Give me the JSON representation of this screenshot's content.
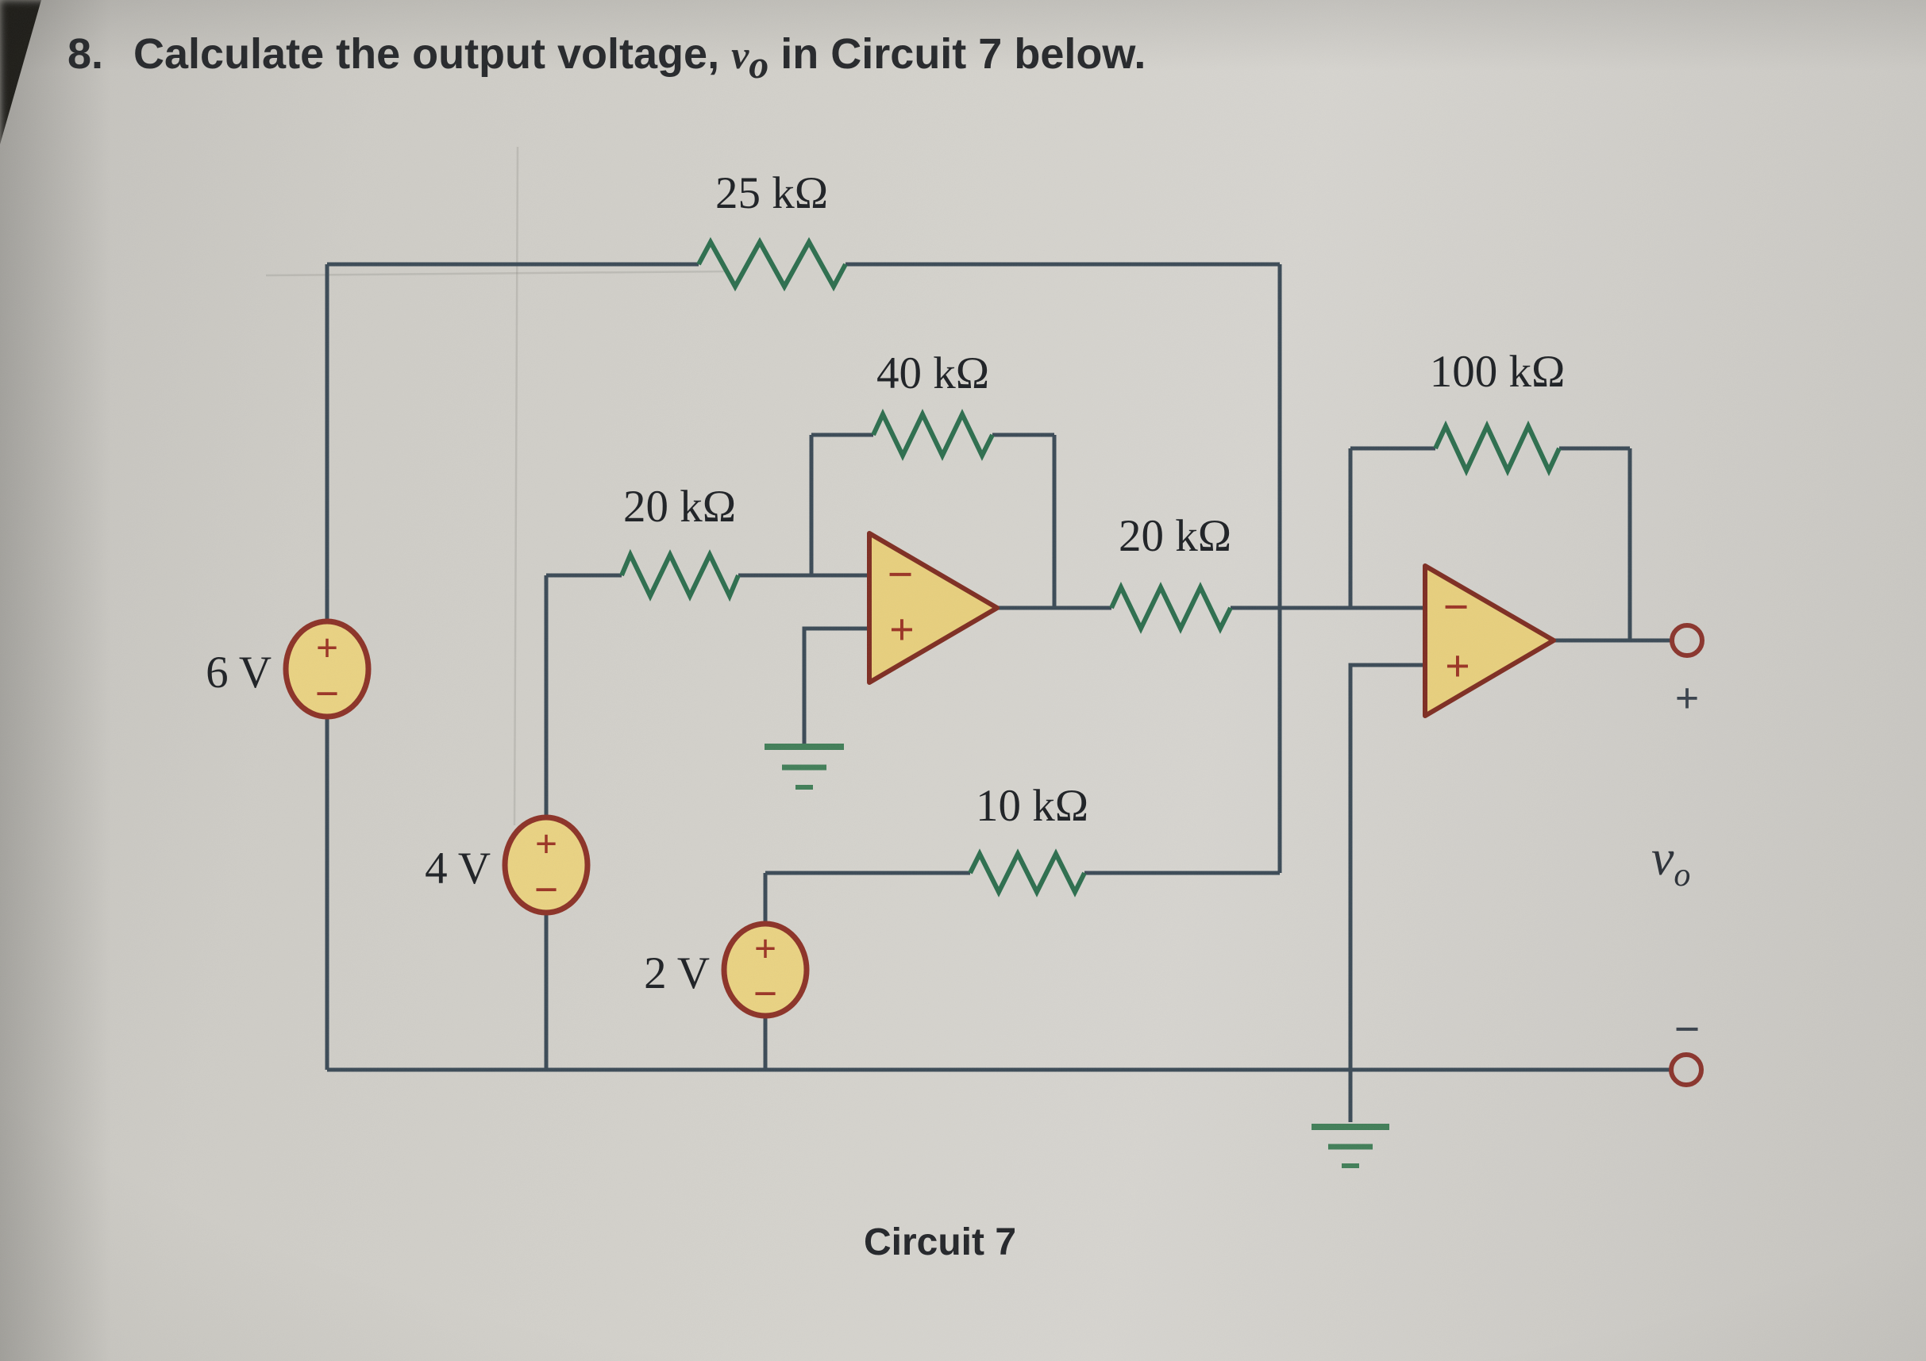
{
  "title": {
    "number": "8.",
    "pre": "Calculate the output voltage, ",
    "var": "v",
    "sub": "o",
    "post": " in Circuit 7 below."
  },
  "caption": "Circuit 7",
  "resistors": {
    "r25": {
      "label": "25 kΩ"
    },
    "r40": {
      "label": "40 kΩ"
    },
    "r20_left": {
      "label": "20 kΩ"
    },
    "r20_right": {
      "label": "20 kΩ"
    },
    "r100": {
      "label": "100 kΩ"
    },
    "r10": {
      "label": "10 kΩ"
    }
  },
  "sources": {
    "v6": {
      "label": "6 V",
      "plus": "+",
      "minus": "−"
    },
    "v4": {
      "label": "4 V",
      "plus": "+",
      "minus": "−"
    },
    "v2": {
      "label": "2 V",
      "plus": "+",
      "minus": "−"
    }
  },
  "opamps": {
    "a1": {
      "minus": "−",
      "plus": "+"
    },
    "a2": {
      "minus": "−",
      "plus": "+"
    }
  },
  "output": {
    "plus": "+",
    "minus": "−",
    "var": "v",
    "sub": "o"
  },
  "colors": {
    "wire": "#3b4a56",
    "resistor": "#2d6e4e",
    "ground": "#417e58",
    "opamp_fill": "#e7cf7d",
    "opamp_stroke": "#7e2d22",
    "source_fill": "#e9d282",
    "source_stroke": "#8c3227",
    "symbol": "#9b3425",
    "terminal": "#8a342c",
    "ink": "#1e2125",
    "outsign": "#39424c"
  }
}
